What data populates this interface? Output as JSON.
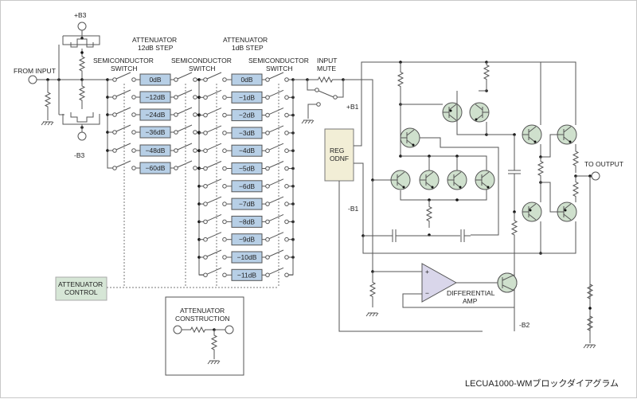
{
  "labels": {
    "plus_b3": "+B3",
    "minus_b3": "-B3",
    "from_input": "FROM INPUT",
    "att12_title_1": "ATTENUATOR",
    "att12_title_2": "12dB STEP",
    "att1_title_1": "ATTENUATOR",
    "att1_title_2": "1dB STEP",
    "semi_switch_1": "SEMICONDUCTOR",
    "semi_switch_2": "SWITCH",
    "input_mute_1": "INPUT",
    "input_mute_2": "MUTE",
    "plus_b1": "+B1",
    "minus_b1": "-B1",
    "minus_b2": "-B2",
    "reg_1": "REG",
    "reg_2": "ODNF",
    "to_output": "TO OUTPUT",
    "att_control_1": "ATTENUATOR",
    "att_control_2": "CONTROL",
    "att_construction_1": "ATTENUATOR",
    "att_construction_2": "CONSTRUCTION",
    "diff_amp_1": "DIFFERENTIAL",
    "diff_amp_2": "AMP",
    "opamp_plus": "+",
    "opamp_minus": "−",
    "caption": "LECUA1000-WMブロックダイアグラム"
  },
  "attenuator_12db": [
    "0dB",
    "−12dB",
    "−24dB",
    "−36dB",
    "−48dB",
    "−60dB"
  ],
  "attenuator_1db": [
    "0dB",
    "−1dB",
    "−2dB",
    "−3dB",
    "−4dB",
    "−5dB",
    "−6dB",
    "−7dB",
    "−8dB",
    "−9dB",
    "−10dB",
    "−11dB"
  ],
  "colors": {
    "attenuator_fill": "#b7cfe6",
    "transistor_fill": "#cfe0cd",
    "reg_fill": "#f2eed6",
    "control_fill": "#d6e6d6",
    "opamp_fill": "#d9d6ea"
  }
}
